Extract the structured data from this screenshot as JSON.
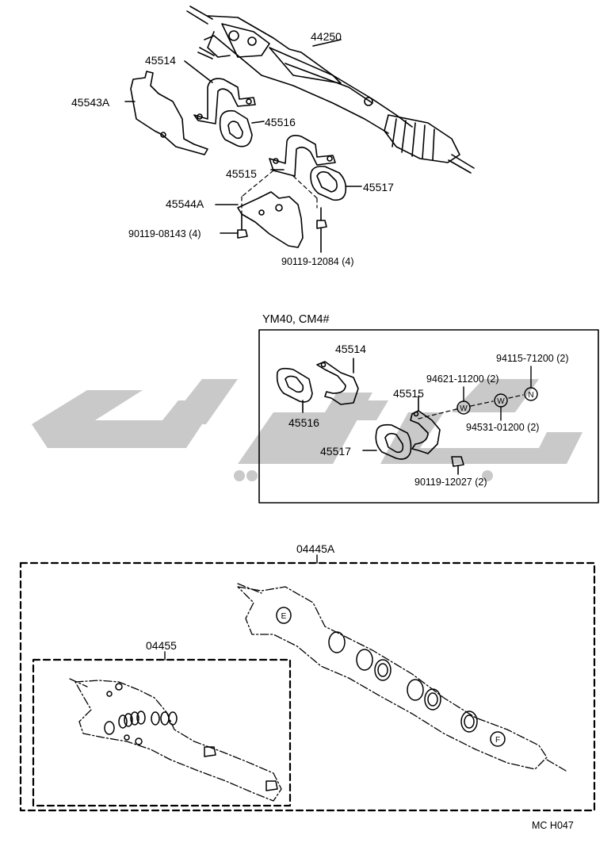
{
  "top_section": {
    "labels": {
      "p44250": "44250",
      "p45514": "45514",
      "p45543A": "45543A",
      "p45516": "45516",
      "p45515": "45515",
      "p45517": "45517",
      "p45544A": "45544A",
      "bolt_left": "90119-08143 (4)",
      "bolt_right": "90119-12084 (4)"
    }
  },
  "variant_section": {
    "title": "YM40, CM4#",
    "labels": {
      "p45514": "45514",
      "p45516": "45516",
      "p45515": "45515",
      "p45517": "45517",
      "nut": "94115-71200 (2)",
      "washer_a": "94621-11200 (2)",
      "washer_b": "94531-01200 (2)",
      "bolt": "90119-12027 (2)"
    }
  },
  "kit_section": {
    "labels": {
      "outer_kit": "04445A",
      "inner_kit": "04455"
    }
  },
  "footer": {
    "code": "MC H047"
  },
  "colors": {
    "line": "#000000",
    "watermark": "#c8c8c8"
  }
}
